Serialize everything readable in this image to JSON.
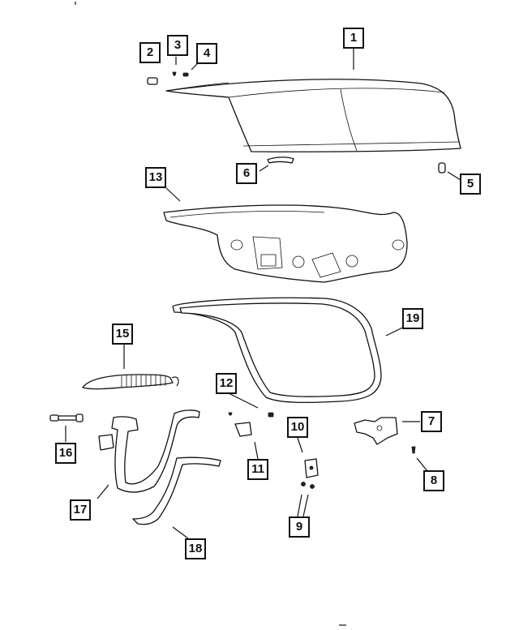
{
  "diagram": {
    "callouts": [
      {
        "id": "c1",
        "label": "1"
      },
      {
        "id": "c2",
        "label": "2"
      },
      {
        "id": "c3",
        "label": "3"
      },
      {
        "id": "c4",
        "label": "4"
      },
      {
        "id": "c5",
        "label": "5"
      },
      {
        "id": "c6",
        "label": "6"
      },
      {
        "id": "c7",
        "label": "7"
      },
      {
        "id": "c8",
        "label": "8"
      },
      {
        "id": "c9",
        "label": "9"
      },
      {
        "id": "c10",
        "label": "10"
      },
      {
        "id": "c11",
        "label": "11"
      },
      {
        "id": "c12",
        "label": "12"
      },
      {
        "id": "c13",
        "label": "13"
      },
      {
        "id": "c15",
        "label": "15"
      },
      {
        "id": "c16",
        "label": "16"
      },
      {
        "id": "c17",
        "label": "17"
      },
      {
        "id": "c18",
        "label": "18"
      },
      {
        "id": "c19",
        "label": "19"
      }
    ]
  }
}
